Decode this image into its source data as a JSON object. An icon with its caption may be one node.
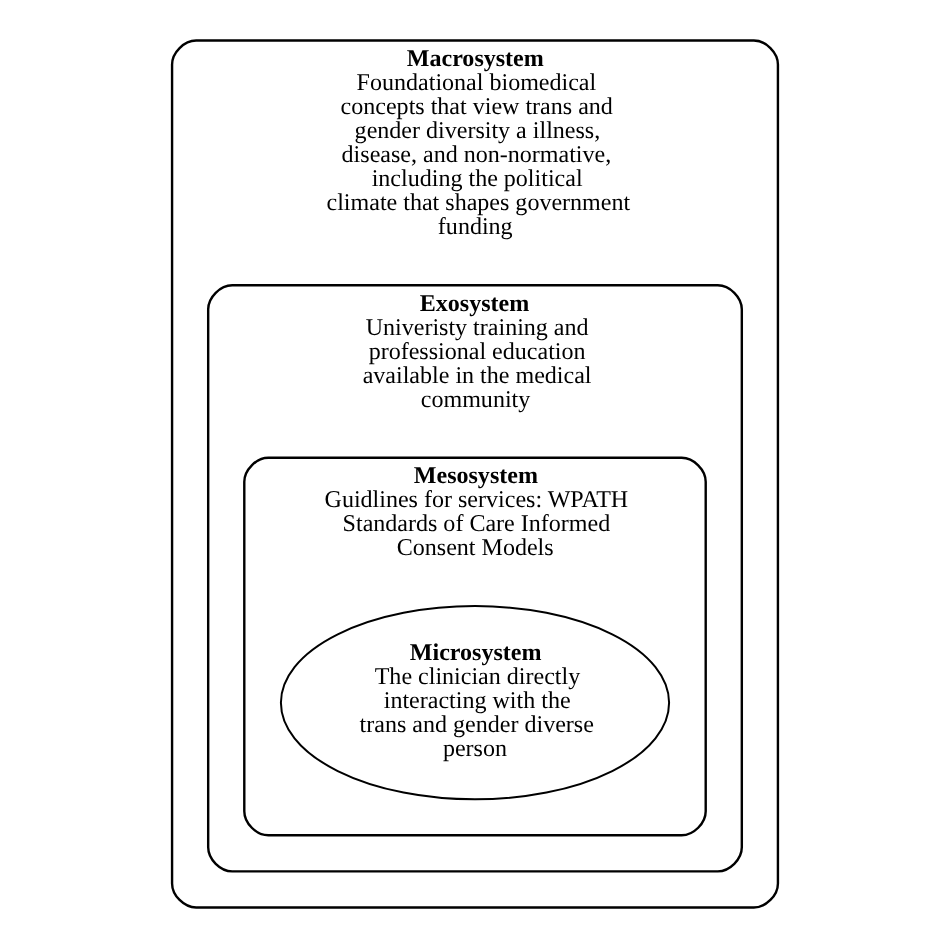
{
  "diagram": {
    "nodes": [
      {
        "text": [
          "Macrosystem",
          "Foundational biomedical concepts that view trans and gender diversity a illness, disease, and non-normative, including the political climate that shapes government funding"
        ]
      },
      {
        "text": [
          "Exosystem",
          "Univeristy training and professional education available in the medical community"
        ],
        "in": 0
      },
      {
        "text": [
          "Mesosystem",
          "Guidlines for services: WPATH Standards of Care Informed Consent Models"
        ],
        "in": 1
      },
      {
        "text": [
          "Microsystem",
          "The clinician directly interacting with the trans and gender diverse person"
        ],
        "in": 2
      }
    ]
  }
}
